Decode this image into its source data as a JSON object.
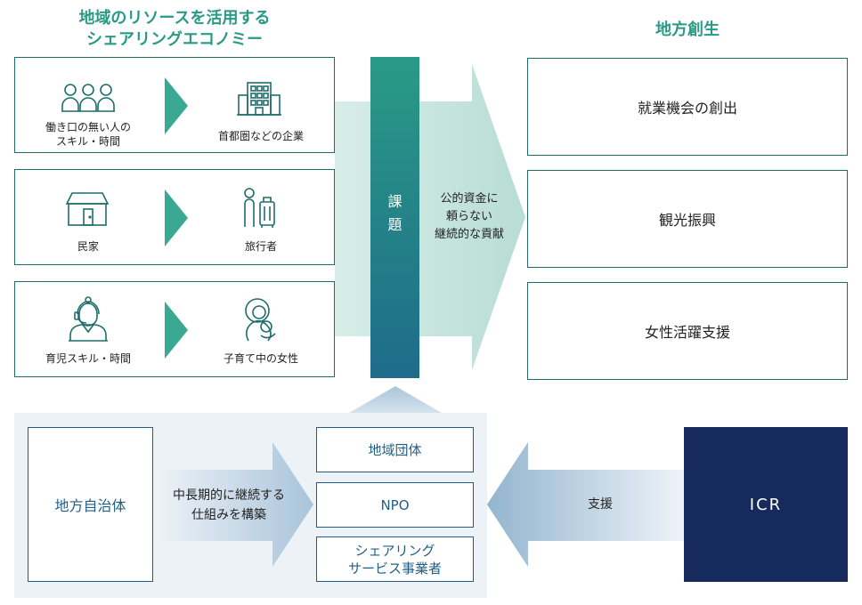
{
  "header": {
    "left_line1": "地域のリソースを活用する",
    "left_line2": "シェアリングエコノミー",
    "right": "地方創生"
  },
  "sources": [
    {
      "from_line1": "働き口の無い人の",
      "from_line2": "スキル・時間",
      "from_icon": "people-icon",
      "to": "首都圏などの企業",
      "to_icon": "office-building-icon"
    },
    {
      "from_line1": "民家",
      "from_line2": "",
      "from_icon": "house-icon",
      "to": "旅行者",
      "to_icon": "traveler-luggage-icon"
    },
    {
      "from_line1": "育児スキル・時間",
      "from_line2": "",
      "from_icon": "woman-headset-icon",
      "to": "子育て中の女性",
      "to_icon": "mother-child-icon"
    }
  ],
  "pillar": {
    "char1": "課",
    "char2": "題"
  },
  "middle_arrow": {
    "line1": "公的資金に",
    "line2": "頼らない",
    "line3": "継続的な貢献"
  },
  "outcomes": [
    "就業機会の創出",
    "観光振興",
    "女性活躍支援"
  ],
  "bottom": {
    "government": "地方自治体",
    "arrow_line1": "中長期的に継続する",
    "arrow_line2": "仕組みを構築",
    "orgs": [
      {
        "line1": "地域団体",
        "line2": ""
      },
      {
        "line1": "NPO",
        "line2": ""
      },
      {
        "line1": "シェアリング",
        "line2": "サービス事業者"
      }
    ],
    "support": "支援",
    "icr": "ICR"
  },
  "colors": {
    "teal": "#2a9a86",
    "teal_dark": "#1e6d6a",
    "blue": "#1f5f87",
    "navy": "#172a5e",
    "panel": "#edf2f7"
  }
}
